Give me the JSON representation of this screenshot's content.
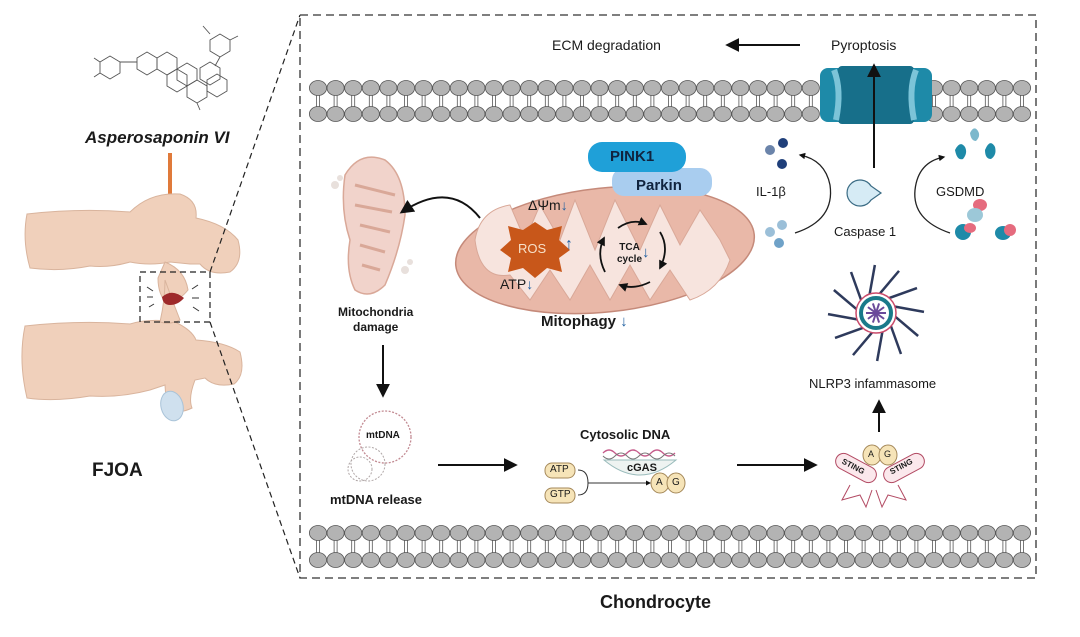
{
  "left_panel": {
    "compound_name": "Asperosaponin VI",
    "condition_label": "FJOA",
    "compound_structure_icon": "molecular-structure",
    "inhibition_color": "#e07a3a",
    "spine_color": "#f0d0bb",
    "disc_color": "#cfe0ee"
  },
  "cell": {
    "label": "Chondrocyte",
    "membrane_color": "#b3b3b3"
  },
  "top_row": {
    "ecm": "ECM degradation",
    "pyroptosis": "Pyroptosis",
    "pore_color": "#1e8aa8"
  },
  "mitochondria": {
    "damage_label": "Mitochondria damage",
    "damage_label_line1": "Mitochondria",
    "damage_label_line2": "damage",
    "pink1": "PINK1",
    "parkin": "Parkin",
    "pink1_color": "#1fa0d8",
    "parkin_color": "#a9cdef",
    "membrane_potential": "ΔΨm",
    "ros": "ROS",
    "ros_color": "#c8571a",
    "atp": "ATP",
    "tca_line1": "TCA",
    "tca_line2": "cycle",
    "mitophagy": "Mitophagy",
    "indicators": {
      "membrane_potential": "down",
      "ros": "up",
      "atp": "down",
      "tca": "down",
      "mitophagy": "down"
    },
    "arrow_down": "↓",
    "arrow_up": "↑",
    "body_color": "#e9b8a8"
  },
  "bottom_row": {
    "mtdna": "mtDNA",
    "mtdna_release": "mtDNA release",
    "cytosolic_dna": "Cytosolic DNA",
    "cgas": "cGAS",
    "atp": "ATP",
    "gtp": "GTP",
    "cgamp_a": "A",
    "cgamp_g": "G",
    "sting_left": "STING",
    "sting_right": "STING",
    "nlrp3": "NLRP3 infammasome"
  },
  "pyroptosis_cycle": {
    "il1b": "IL-1β",
    "caspase": "Caspase 1",
    "gsdmd": "GSDMD"
  }
}
